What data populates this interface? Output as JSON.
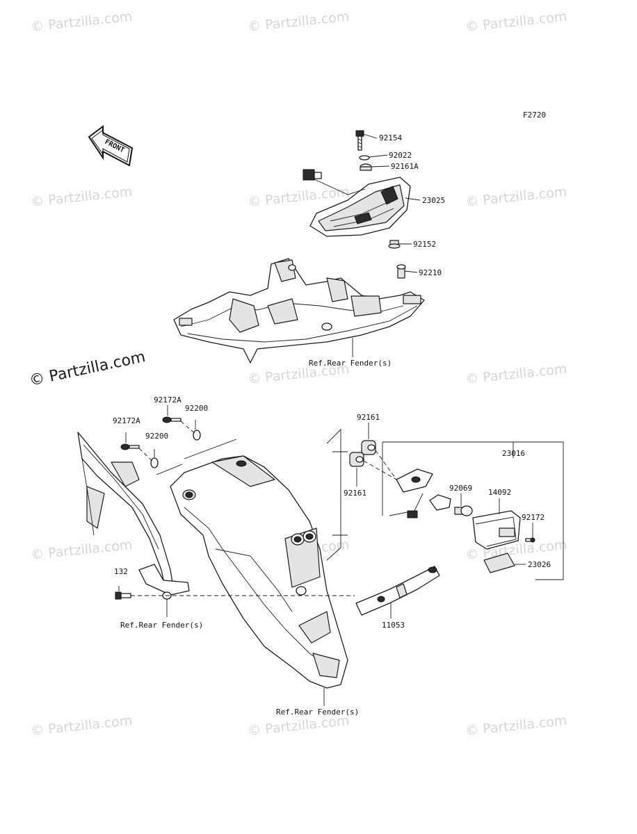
{
  "watermark": {
    "repeat_text": "Partzilla.com",
    "main_text": "Partzilla.com"
  },
  "figure_code": "F2720",
  "front_arrow_text": "FRONT",
  "callouts": {
    "p92154": "92154",
    "p92022": "92022",
    "p92161A": "92161A",
    "p23025": "23025",
    "p92152": "92152",
    "p92210": "92210",
    "ref_top": "Ref.Rear Fender(s)",
    "p92172A_a": "92172A",
    "p92200_a": "92200",
    "p92172A_b": "92172A",
    "p92200_b": "92200",
    "p92161_a": "92161",
    "p92161_b": "92161",
    "p23016": "23016",
    "p92069": "92069",
    "p14092": "14092",
    "p92172": "92172",
    "p23026": "23026",
    "p132": "132",
    "ref_left": "Ref.Rear Fender(s)",
    "p11053": "11053",
    "ref_bottom": "Ref.Rear Fender(s)"
  }
}
